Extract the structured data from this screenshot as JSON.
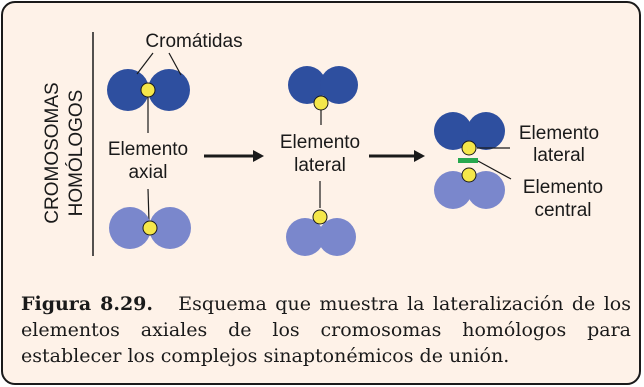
{
  "colors": {
    "background": "#fef2e8",
    "border": "#1a1a1a",
    "dark_chromatid": "#2e4f9f",
    "light_chromatid": "#7a87cc",
    "axial_element": "#f5e74a",
    "central_element": "#27a84f"
  },
  "side_label": {
    "line1": "CROMOSOMAS",
    "line2": "HOMÓLOGOS"
  },
  "labels": {
    "chromatids": "Cromátidas",
    "axial_line1": "Elemento",
    "axial_line2": "axial",
    "lateral_mid_line1": "Elemento",
    "lateral_mid_line2": "lateral",
    "lateral_right_line1": "Elemento",
    "lateral_right_line2": "lateral",
    "central_line1": "Elemento",
    "central_line2": "central"
  },
  "caption": {
    "label": "Figura 8.29.",
    "text": "Esquema que muestra la lateralización de los elementos axiales de los cromosomas homólogos para establecer los complejos sinaptonémicos de unión."
  }
}
